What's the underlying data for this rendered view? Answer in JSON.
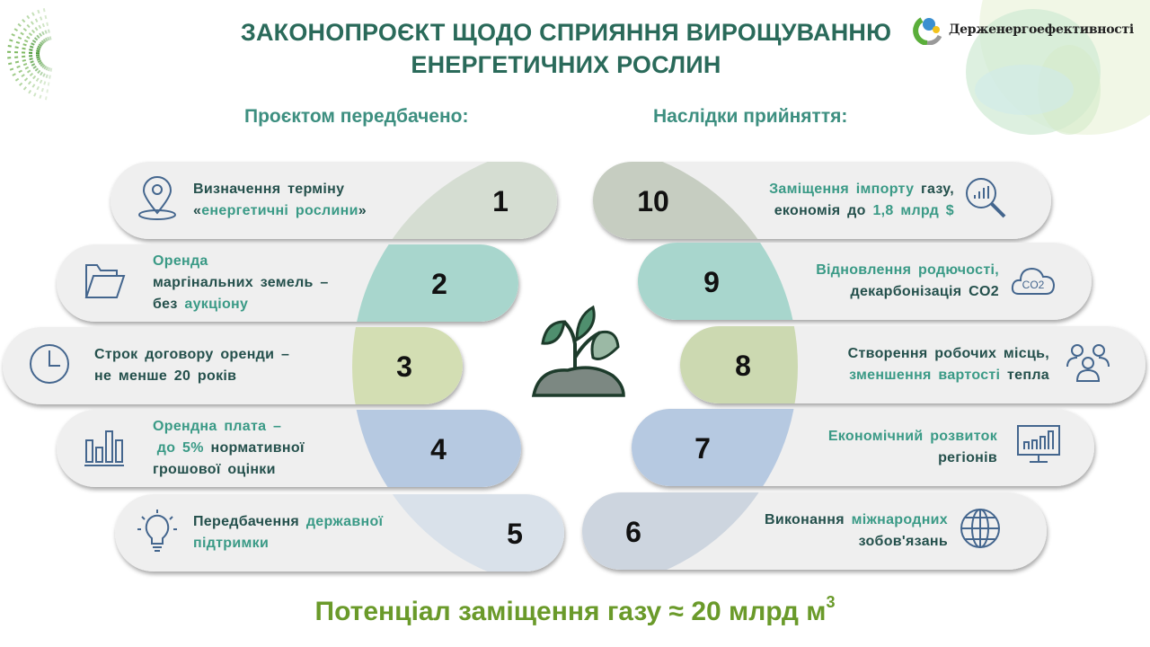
{
  "header": {
    "title_line1": "ЗАКОНОПРОЄКТ ЩОДО СПРИЯННЯ ВИРОЩУВАННЮ",
    "title_line2": "ЕНЕРГЕТИЧНИХ РОСЛИН",
    "logo_text": "Держенергоефективності"
  },
  "left_heading": "Проєктом передбачено:",
  "right_heading": "Наслідки прийняття:",
  "colors": {
    "text": "#24504c",
    "highlight": "#3a9a86",
    "icon": "#44668e",
    "pill_gray": "#efefef"
  },
  "left_items": [
    {
      "number": "1",
      "color": "#d5ddd2",
      "icon": "location-pin-icon",
      "lines": [
        [
          {
            "t": "Визначення терміну",
            "hl": false
          }
        ],
        [
          {
            "t": "«",
            "hl": false
          },
          {
            "t": "енергетичні рослини",
            "hl": true
          },
          {
            "t": "»",
            "hl": false
          }
        ]
      ]
    },
    {
      "number": "2",
      "color": "#a8d6cd",
      "icon": "folder-icon",
      "lines": [
        [
          {
            "t": "Оренда",
            "hl": true
          }
        ],
        [
          {
            "t": "маргінальних земель –",
            "hl": false
          }
        ],
        [
          {
            "t": "без ",
            "hl": false
          },
          {
            "t": "аукціону",
            "hl": true
          }
        ]
      ]
    },
    {
      "number": "3",
      "color": "#d3deb3",
      "icon": "clock-icon",
      "lines": [
        [
          {
            "t": "Строк договору оренди –",
            "hl": false
          }
        ],
        [
          {
            "t": "не менше 20 років",
            "hl": false
          }
        ]
      ]
    },
    {
      "number": "4",
      "color": "#b6c9e1",
      "icon": "bar-chart-icon",
      "lines": [
        [
          {
            "t": "Орендна плата –",
            "hl": true
          }
        ],
        [
          {
            "t": " до 5%",
            "hl": true
          },
          {
            "t": " нормативної",
            "hl": false
          }
        ],
        [
          {
            "t": "грошової оцінки",
            "hl": false
          }
        ]
      ]
    },
    {
      "number": "5",
      "color": "#d9e1ea",
      "icon": "lightbulb-icon",
      "lines": [
        [
          {
            "t": "Передбачення ",
            "hl": false
          },
          {
            "t": "державної",
            "hl": true
          }
        ],
        [
          {
            "t": "підтримки",
            "hl": true
          }
        ]
      ]
    }
  ],
  "right_items": [
    {
      "number": "10",
      "color": "#c6cdc1",
      "icon": "magnifier-chart-icon",
      "lines": [
        [
          {
            "t": "Заміщення імпорту ",
            "hl": true
          },
          {
            "t": "газу,",
            "hl": false
          }
        ],
        [
          {
            "t": "економія до ",
            "hl": false
          },
          {
            "t": "1,8 млрд $",
            "hl": true
          }
        ]
      ]
    },
    {
      "number": "9",
      "color": "#a8d6cd",
      "icon": "co2-cloud-icon",
      "icon_label": "CO2",
      "lines": [
        [
          {
            "t": "Відновлення родючості,",
            "hl": true
          }
        ],
        [
          {
            "t": "декарбонізація CO2",
            "hl": false
          }
        ]
      ]
    },
    {
      "number": "8",
      "color": "#ccd9b1",
      "icon": "people-icon",
      "lines": [
        [
          {
            "t": "Створення робочих місць,",
            "hl": false
          }
        ],
        [
          {
            "t": "зменшення вартості",
            "hl": true
          },
          {
            "t": " тепла",
            "hl": false
          }
        ]
      ]
    },
    {
      "number": "7",
      "color": "#b6c9e1",
      "icon": "monitor-chart-icon",
      "lines": [
        [
          {
            "t": "Економічний розвиток",
            "hl": true
          }
        ],
        [
          {
            "t": "регіонів",
            "hl": false
          }
        ]
      ]
    },
    {
      "number": "6",
      "color": "#cdd5df",
      "icon": "globe-icon",
      "lines": [
        [
          {
            "t": "Виконання ",
            "hl": false
          },
          {
            "t": "міжнародних",
            "hl": true
          }
        ],
        [
          {
            "t": "зобов'язань",
            "hl": false
          }
        ]
      ]
    }
  ],
  "footer": {
    "text": "Потенціал заміщення газу ≈ 20 млрд м",
    "superscript": "3"
  }
}
